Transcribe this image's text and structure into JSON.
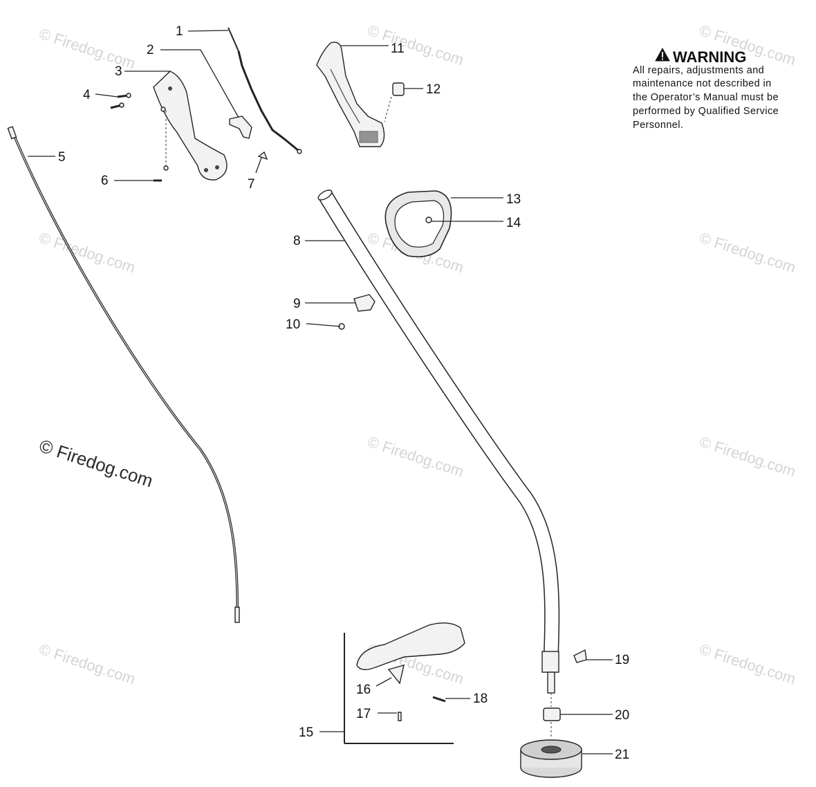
{
  "watermarks": {
    "text": "© Firedog.com",
    "main_text": "© Firedog.com"
  },
  "warning": {
    "title": "WARNING",
    "icon": "warning-triangle-icon",
    "lines": [
      "All repairs, adjustments and",
      "maintenance not described in",
      "the Operator’s Manual must be",
      "performed by Qualified Service",
      "Personnel."
    ]
  },
  "callouts": {
    "c1": "1",
    "c2": "2",
    "c3": "3",
    "c4": "4",
    "c5": "5",
    "c6": "6",
    "c7": "7",
    "c8": "8",
    "c9": "9",
    "c10": "10",
    "c11": "11",
    "c12": "12",
    "c13": "13",
    "c14": "14",
    "c15": "15",
    "c16": "16",
    "c17": "17",
    "c18": "18",
    "c19": "19",
    "c20": "20",
    "c21": "21"
  }
}
